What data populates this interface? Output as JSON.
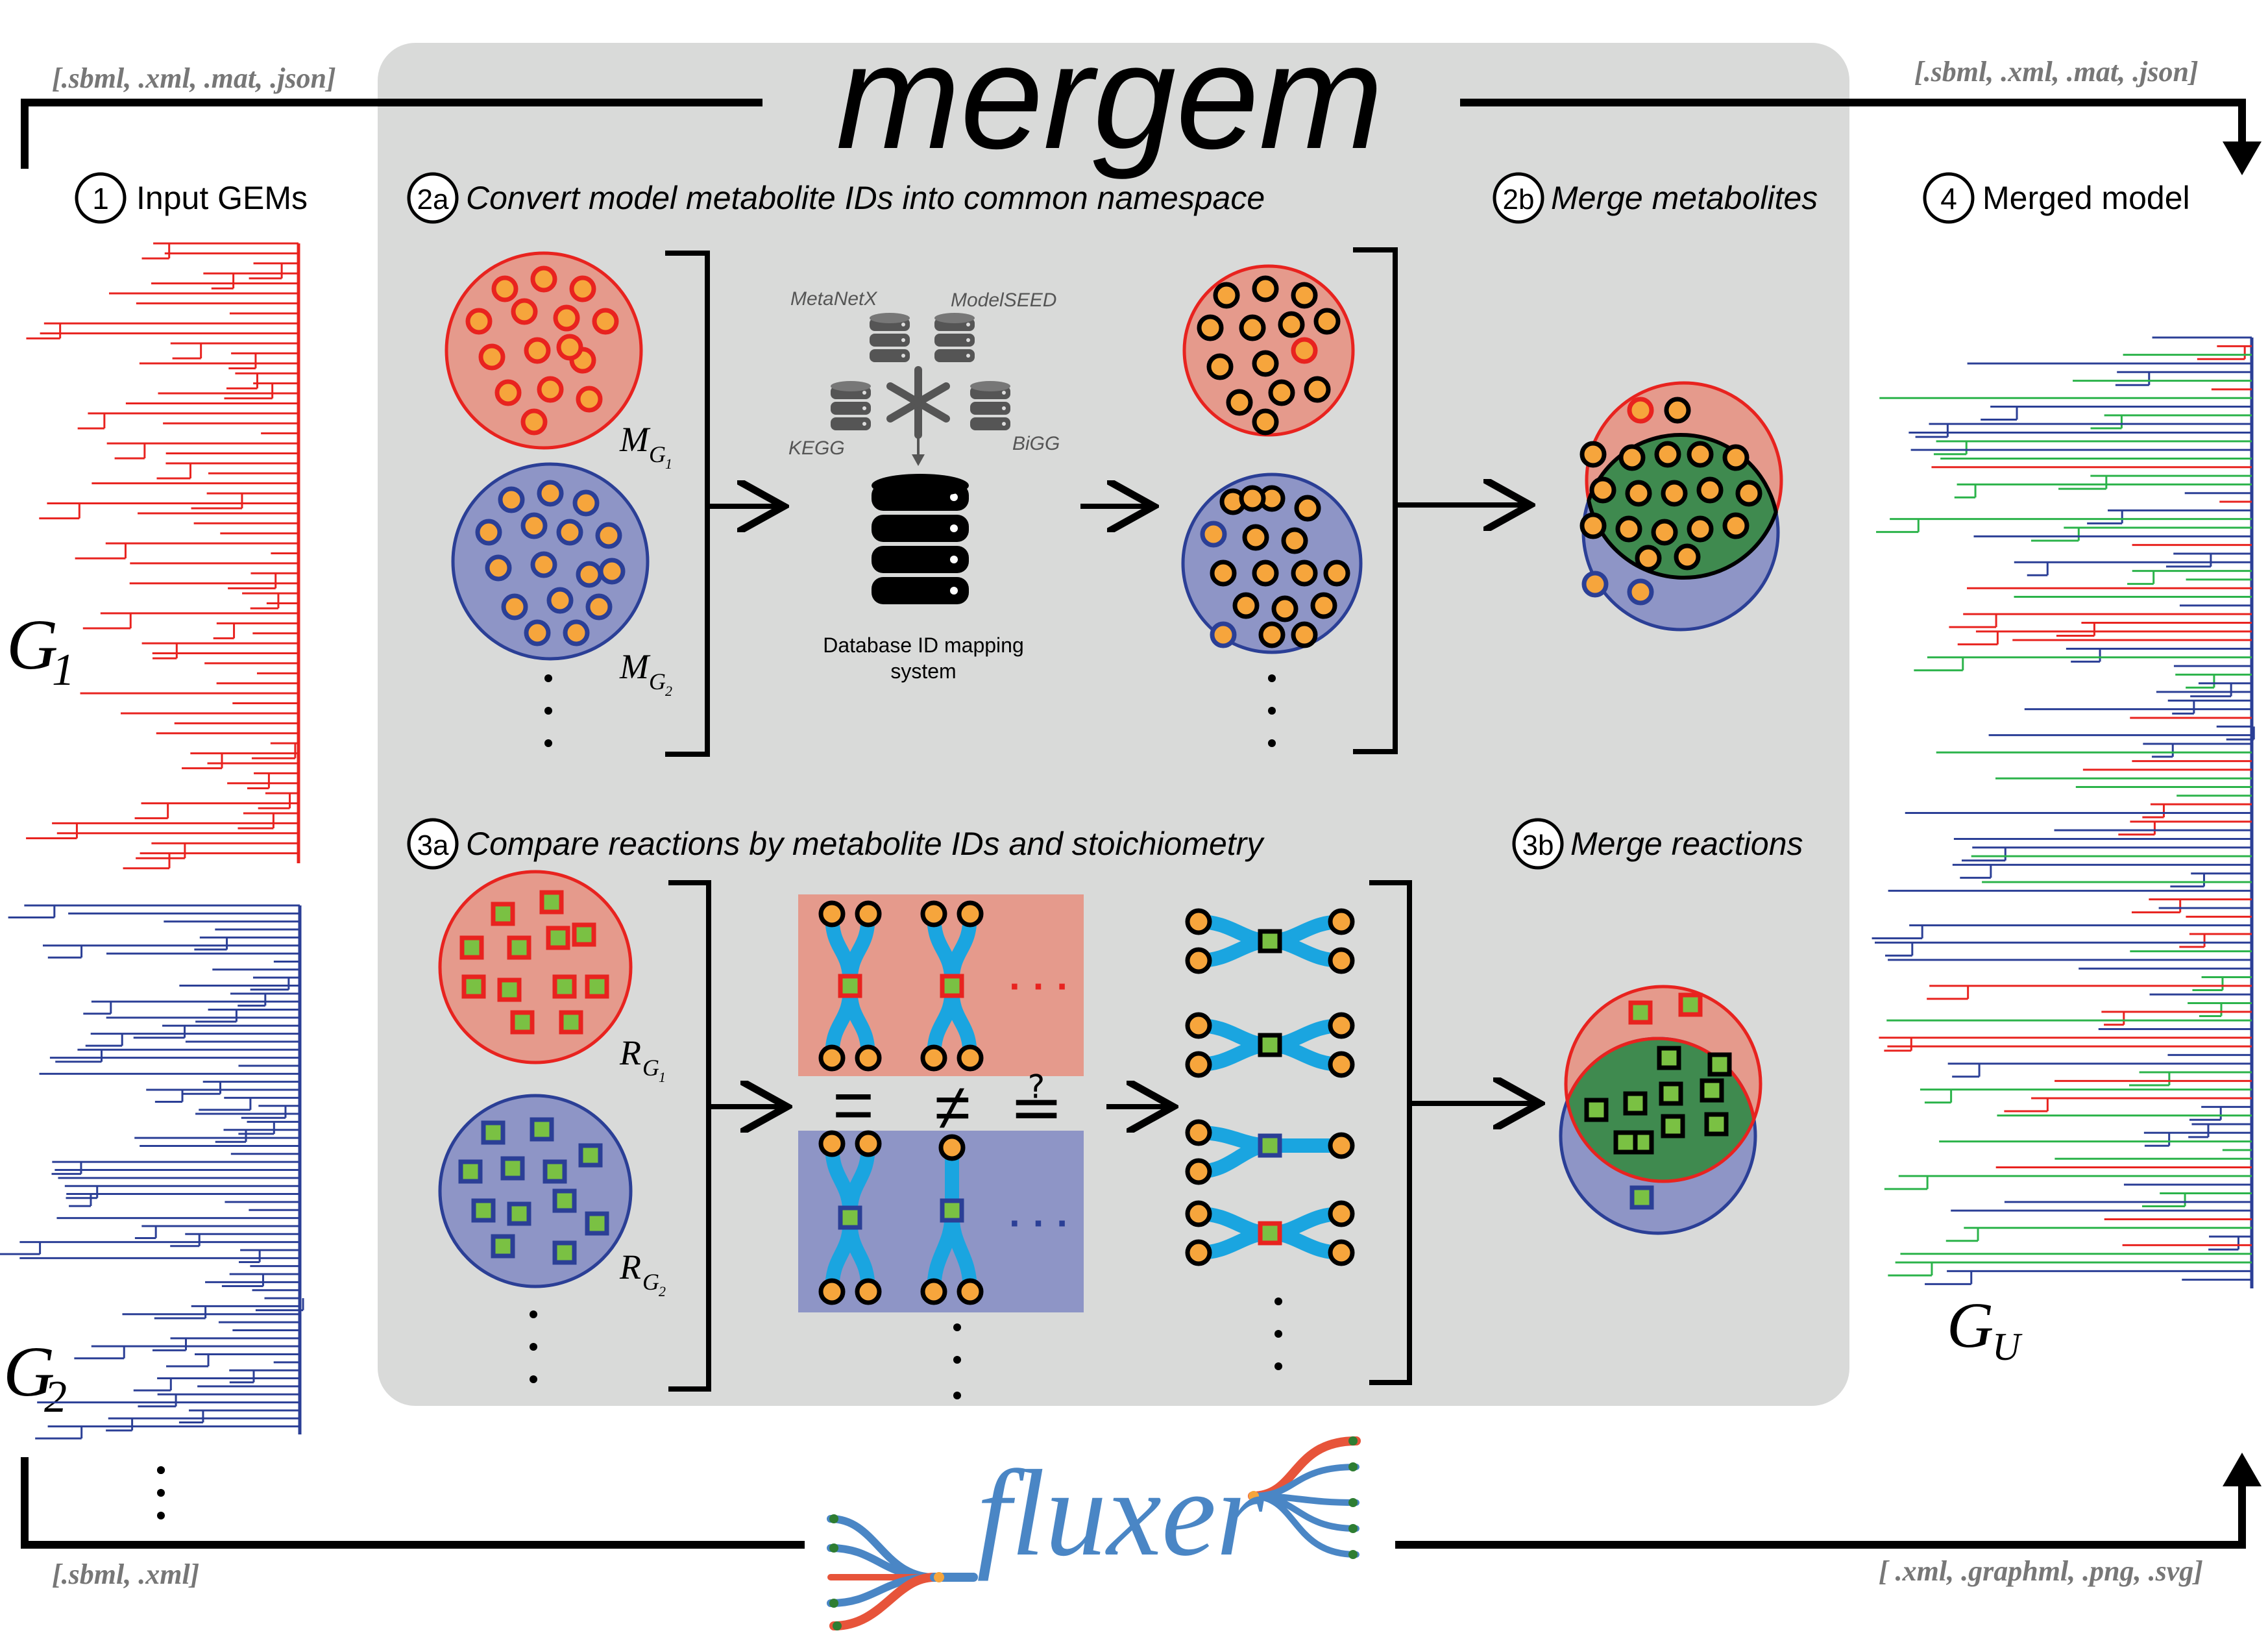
{
  "title": "mergem",
  "fluxer_label": "fluxer",
  "formats": {
    "top_left": "[.sbml, .xml, .mat, .json]",
    "top_right": "[.sbml, .xml, .mat, .json]",
    "bottom_left": "[.sbml, .xml]",
    "bottom_right": "[ .xml, .graphml, .png, .svg]"
  },
  "steps": {
    "s1": {
      "num": "1",
      "label": "Input GEMs"
    },
    "s2a": {
      "num": "2a",
      "label": "Convert model metabolite IDs into common namespace"
    },
    "s2b": {
      "num": "2b",
      "label": "Merge metabolites"
    },
    "s3a": {
      "num": "3a",
      "label": "Compare reactions by metabolite IDs and stoichiometry"
    },
    "s3b": {
      "num": "3b",
      "label": "Merge reactions"
    },
    "s4": {
      "num": "4",
      "label": "Merged model"
    }
  },
  "models": {
    "g1": {
      "main": "G",
      "sub": "1"
    },
    "g2": {
      "main": "G",
      "sub": "2"
    },
    "gu": {
      "main": "G",
      "sub": "U"
    }
  },
  "sets": {
    "mg1": {
      "main": "M",
      "sub": "G",
      "subsub": "1"
    },
    "mg2": {
      "main": "M",
      "sub": "G",
      "subsub": "2"
    },
    "rg1": {
      "main": "R",
      "sub": "G",
      "subsub": "1"
    },
    "rg2": {
      "main": "R",
      "sub": "G",
      "subsub": "2"
    }
  },
  "databases": {
    "metanetx": "MetaNetX",
    "modelseed": "ModelSEED",
    "kegg": "KEGG",
    "bigg": "BiGG",
    "mapping_line1": "Database ID mapping",
    "mapping_line2": "system"
  },
  "comparison": {
    "equal": "=",
    "not_equal": "≠",
    "question": "≟"
  },
  "ellipsis": "· · ·",
  "colors": {
    "panel": "#d9dad9",
    "red": "#e8231f",
    "red_fill": "#e59a8c",
    "blue": "#2b3f96",
    "blue_fill": "#8e95c6",
    "green": "#3f8a4f",
    "orange": "#f6a53c",
    "cyan": "#1aa5e0",
    "lime": "#7ac143",
    "tree_green": "#2bb34a",
    "fluxer_blue": "#4a86c5"
  }
}
